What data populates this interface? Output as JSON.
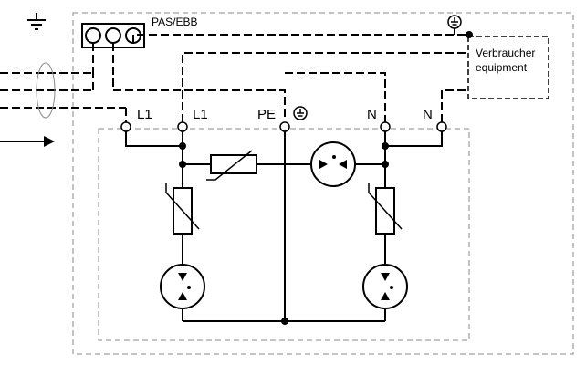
{
  "labels": {
    "pas_ebb": "PAS/EBB",
    "consumer_line1": "Verbraucher",
    "consumer_line2": "equipment",
    "terminal_l1_in": "L1",
    "terminal_l1_out": "L1",
    "terminal_pe": "PE",
    "terminal_n_in": "N",
    "terminal_n_out": "N"
  },
  "icons": {
    "ground": "ground-symbol",
    "protective_earth": "protective-earth-symbol",
    "varistor": "varistor-symbol",
    "spark_gap": "spark-gap-symbol",
    "arrow": "arrow-right"
  },
  "colors": {
    "line": "#000000",
    "enclosure": "#888888",
    "background": "#ffffff"
  }
}
